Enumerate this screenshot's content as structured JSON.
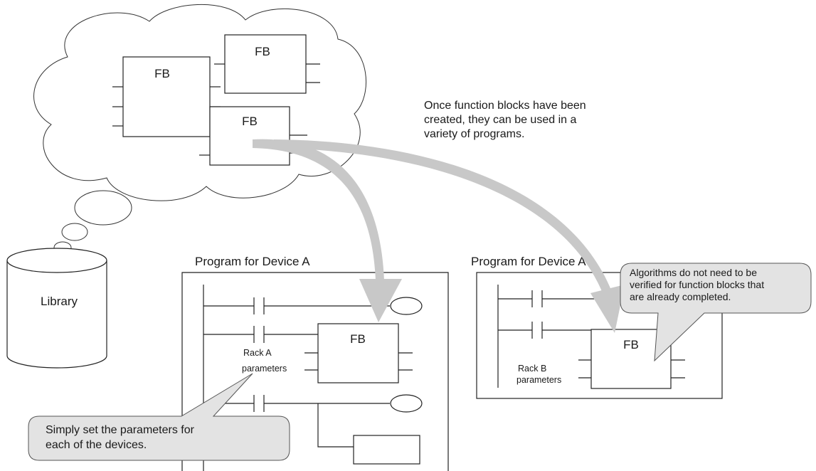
{
  "cloud": {
    "blocks": [
      "FB",
      "FB",
      "FB"
    ]
  },
  "library": {
    "label": "Library"
  },
  "intro_note": {
    "lines": [
      "Once function blocks have been",
      "created, they can be used in a",
      "variety of programs."
    ]
  },
  "program_a": {
    "title": "Program for Device A",
    "fb_label": "FB",
    "params_lines": [
      "Rack A",
      "parameters"
    ]
  },
  "program_b": {
    "title": "Program for Device A",
    "fb_label": "FB",
    "params_lines": [
      "Rack B",
      "parameters"
    ]
  },
  "callout_left": {
    "lines": [
      "Simply set the parameters for",
      "each of the devices."
    ]
  },
  "callout_right": {
    "lines": [
      "Algorithms do not need to be",
      "verified for function blocks that",
      "are already completed."
    ]
  },
  "colors": {
    "arrow": "#c8c8c8",
    "callout_fill": "#e3e3e3",
    "line": "#222222"
  }
}
